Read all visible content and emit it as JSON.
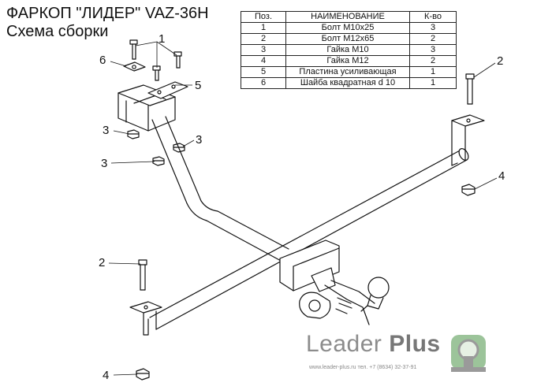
{
  "title": {
    "line1": "ФАРКОП \"ЛИДЕР\" VAZ-36H",
    "line2": "Схема сборки"
  },
  "parts_table": {
    "headers": [
      "Поз.",
      "НАИМЕНОВАНИЕ",
      "К-во"
    ],
    "rows": [
      [
        "1",
        "Болт М10х25",
        "3"
      ],
      [
        "2",
        "Болт М12х65",
        "2"
      ],
      [
        "3",
        "Гайка  М10",
        "3"
      ],
      [
        "4",
        "Гайка М12",
        "2"
      ],
      [
        "5",
        "Пластина усиливающая",
        "1"
      ],
      [
        "6",
        "Шайба квадратная d 10",
        "1"
      ]
    ]
  },
  "callouts": {
    "c1": "1",
    "c2_right": "2",
    "c2_left": "2",
    "c3_a": "3",
    "c3_b": "3",
    "c3_c": "3",
    "c4_right": "4",
    "c4_bottom": "4",
    "c5": "5",
    "c6": "6"
  },
  "logo": {
    "brand_regular": "Leader ",
    "brand_bold": "Plus",
    "contacts": "www.leader-plus.ru   тел. +7 (8634) 32-37-91",
    "colors": {
      "text": "#8c8c8c",
      "mark_green": "#9cc49a",
      "mark_gray": "#9a9a9a"
    }
  }
}
